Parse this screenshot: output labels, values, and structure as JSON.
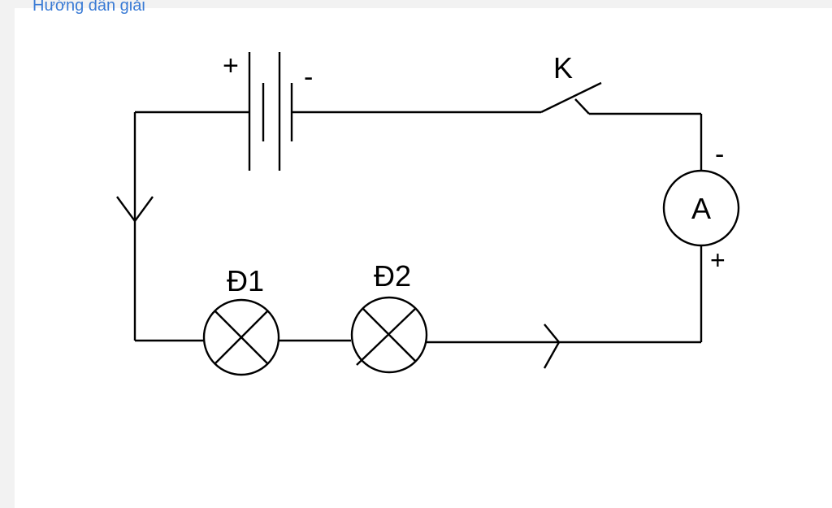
{
  "header": {
    "link_text": "Hướng dẫn giải"
  },
  "circuit": {
    "battery": {
      "plus_label": "+",
      "minus_label": "-"
    },
    "switch": {
      "label": "K"
    },
    "ammeter": {
      "symbol": "A",
      "minus_label": "-",
      "plus_label": "+"
    },
    "lamps": [
      {
        "label": "Đ1"
      },
      {
        "label": "Đ2"
      }
    ],
    "colors": {
      "wire": "#000000",
      "background": "#ffffff",
      "link": "#3a7bd5"
    }
  }
}
